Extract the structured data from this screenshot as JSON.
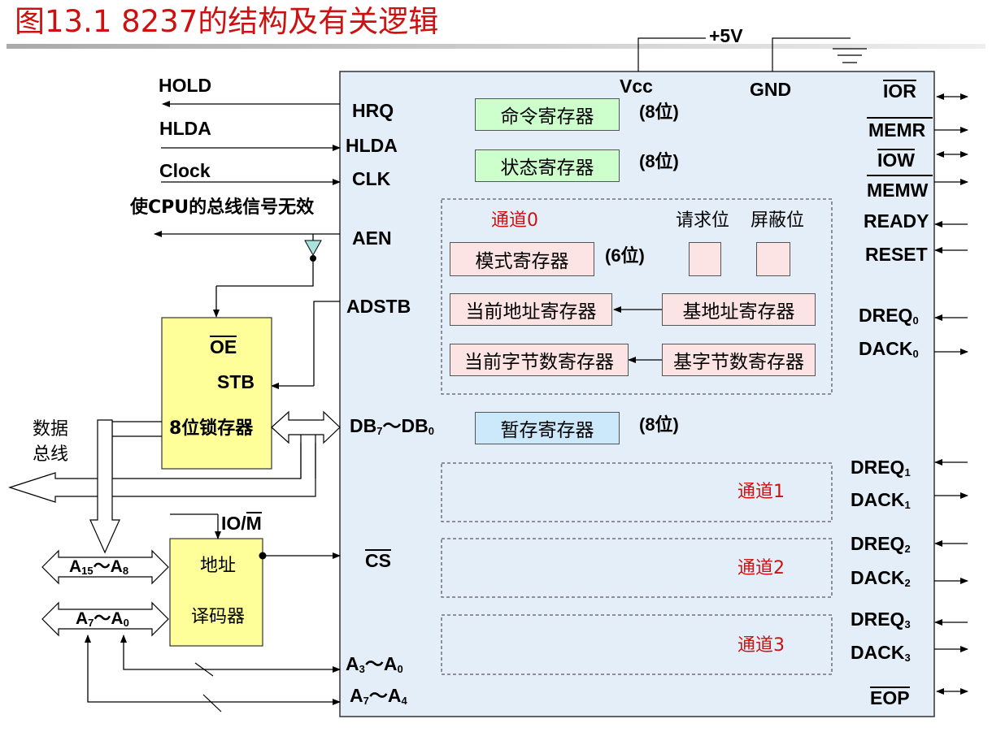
{
  "title": "图13.1  8237的结构及有关逻辑",
  "power": {
    "vcc_supply": "+5V",
    "vcc": "Vcc",
    "gnd": "GND"
  },
  "left_signals": {
    "hold": "HOLD",
    "hlda": "HLDA",
    "clock": "Clock",
    "disable_bus": "使CPU的总线信号无效"
  },
  "chip_left_pins": {
    "hrq": "HRQ",
    "hlda": "HLDA",
    "clk": "CLK",
    "aen": "AEN",
    "adstb": "ADSTB",
    "db_prefix": "DB",
    "db_hi": "7",
    "db_sep": "～DB",
    "db_lo": "0",
    "cs": "CS",
    "a30_prefix": "A",
    "a30_hi": "3",
    "a30_sep": "～A",
    "a30_lo": "0",
    "a74_prefix": "A",
    "a74_hi": "7",
    "a74_sep": "～A",
    "a74_lo": "4"
  },
  "registers": {
    "command": "命令寄存器",
    "command_bits": "(8位)",
    "status": "状态寄存器",
    "status_bits": "(8位)",
    "temp": "暂存寄存器",
    "temp_bits": "(8位)",
    "mode": "模式寄存器",
    "mode_bits": "(6位)",
    "current_addr": "当前地址寄存器",
    "base_addr": "基地址寄存器",
    "current_count": "当前字节数寄存器",
    "base_count": "基字节数寄存器",
    "request_bit": "请求位",
    "mask_bit": "屏蔽位"
  },
  "channels": {
    "ch0": "通道0",
    "ch1": "通道1",
    "ch2": "通道2",
    "ch3": "通道3"
  },
  "right_pins": {
    "ior": "IOR",
    "memr": "MEMR",
    "iow": "IOW",
    "memw": "MEMW",
    "ready": "READY",
    "reset": "RESET",
    "dreq_prefix": "DREQ",
    "dack_prefix": "DACK",
    "n0": "0",
    "n1": "1",
    "n2": "2",
    "n3": "3",
    "eop": "EOP"
  },
  "latch": {
    "oe": "OE",
    "stb": "STB",
    "label": "8位锁存器"
  },
  "data_bus": {
    "line1": "数据",
    "line2": "总线"
  },
  "decoder": {
    "line1": "地址",
    "line2": "译码器",
    "iom_io": "IO/",
    "iom_m": "M"
  },
  "addr_bus": {
    "a15_prefix": "A",
    "a15_hi": "15",
    "a15_sep": "～A",
    "a15_lo": "8",
    "a7_prefix": "A",
    "a7_hi": "7",
    "a7_sep": "～A",
    "a7_lo": "0"
  },
  "colors": {
    "title": "#cc1111",
    "chip_fill": "#e4eef9",
    "latch_fill": "#ffff99",
    "green": "#ccffcc",
    "pink": "#fde4e4",
    "blue": "#cce8fb",
    "channel_label": "#cc1111"
  }
}
